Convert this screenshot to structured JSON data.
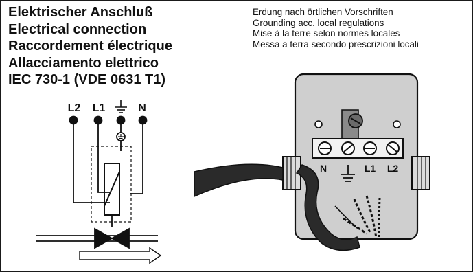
{
  "titles": [
    "Elektrischer Anschluß",
    "Electrical connection",
    "Raccordement électrique",
    "Allacciamento elettrico",
    "IEC 730-1 (VDE 0631 T1)"
  ],
  "notes": [
    "Erdung nach örtlichen Vorschriften",
    "Grounding acc. local regulations",
    "Mise à la terre selon normes locales",
    "Messa a terra secondo prescrizioni locali"
  ],
  "schematic": {
    "terminal_labels": [
      "L2",
      "L1",
      "⏚",
      "N"
    ]
  },
  "terminal_box": {
    "terminal_labels": [
      "N",
      "⏚",
      "L1",
      "L2"
    ]
  }
}
